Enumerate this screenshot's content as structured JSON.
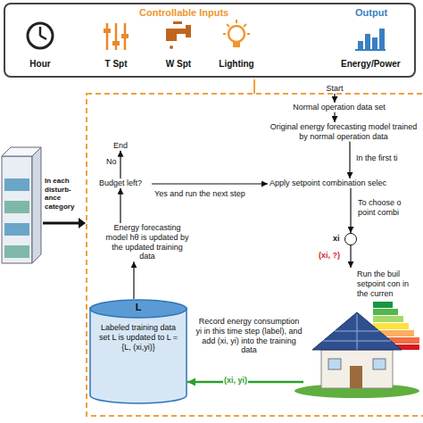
{
  "diagram": {
    "nodes": [
      {
        "text": [
          "Controllable Inputs",
          "Output"
        ]
      },
      {
        "text": [
          "Hour"
        ],
        "in": 0
      },
      {
        "text": [
          "T Spt"
        ],
        "in": 0
      },
      {
        "text": [
          "W Spt"
        ],
        "in": 0
      },
      {
        "text": [
          "Lighting"
        ],
        "in": 0
      },
      {
        "text": [
          "Energy/Power"
        ],
        "in": 0
      },
      {
        "text": [
          "In each disturb- ance category"
        ]
      },
      {
        "text": [
          "Start"
        ]
      },
      {
        "text": [
          "Normal operation data set"
        ]
      },
      {
        "text": [
          "Original energy forecasting model trained by normal operation data"
        ]
      },
      {
        "text": [
          "Apply setpoint combination selec"
        ]
      },
      {
        "text": [
          "xi"
        ]
      },
      {
        "text": [
          "Run the buil setpoint con in the curren"
        ]
      },
      {
        "text": [
          "L",
          "Labeled training data set L is updated to L = {L, (xi,yi)}"
        ]
      },
      {
        "text": [
          "Energy forecasting model hθ is updated by the updated training data"
        ]
      },
      {
        "text": [
          "Budget left?"
        ]
      },
      {
        "text": [
          "End"
        ]
      }
    ],
    "edges": [
      {
        "from": 7,
        "to": 8,
        "arrow": "to"
      },
      {
        "from": 8,
        "to": 9,
        "arrow": "to"
      },
      {
        "from": 9,
        "to": 10,
        "arrow": "to",
        "label": "In the first ti"
      },
      {
        "from": 10,
        "to": 11,
        "arrow": "to",
        "label": "To choose o point combi"
      },
      {
        "from": 11,
        "to": 12,
        "arrow": "to",
        "label": "(xi, ?)"
      },
      {
        "from": 12,
        "to": 13,
        "arrow": "to",
        "label": "(xi, yi)"
      },
      {
        "from": 13,
        "to": 14,
        "arrow": "to"
      },
      {
        "from": 14,
        "to": 15,
        "arrow": "to"
      },
      {
        "from": 15,
        "to": 16,
        "arrow": "to",
        "label": "No"
      },
      {
        "from": 15,
        "to": 10,
        "arrow": "to",
        "label": "Yes and run the next step"
      }
    ],
    "labels": [
      "Record energy consumption yi in this time step (label), and add (xi, yi) into the training data"
    ]
  }
}
